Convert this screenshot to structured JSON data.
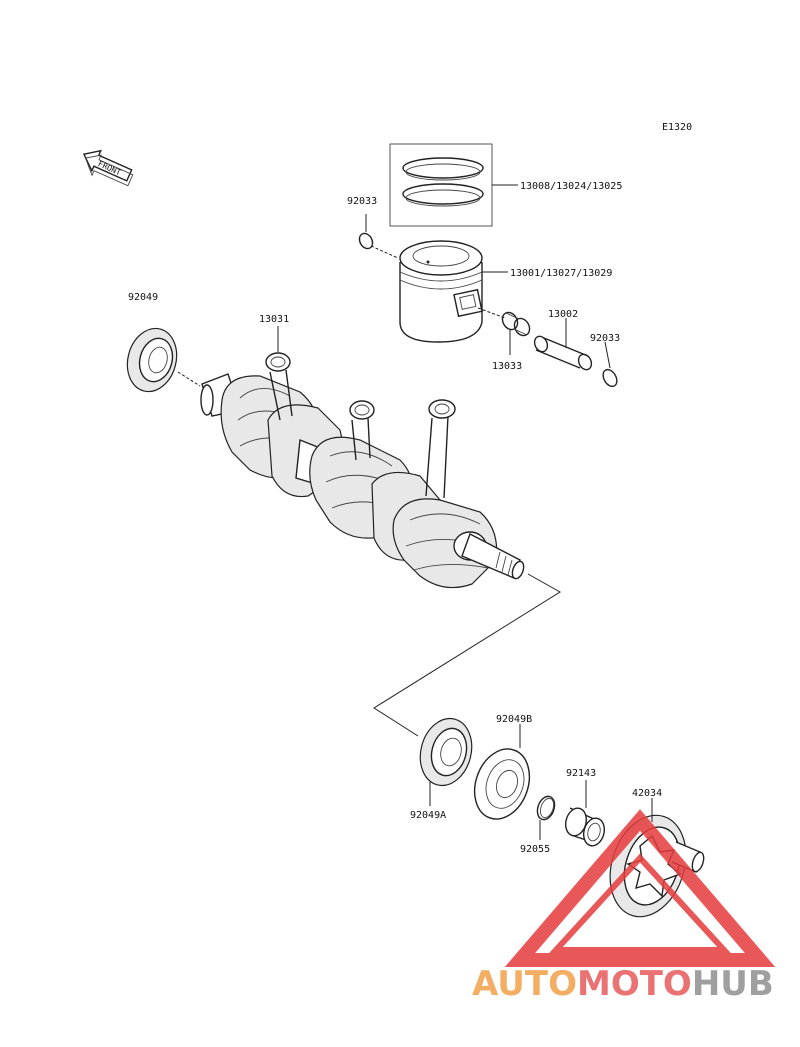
{
  "diagram_code": "E1320",
  "front_label": "FRONT",
  "part_labels": {
    "rings": "13008/13024/13025",
    "clip_top": "92033",
    "piston": "13001/13027/13029",
    "seal_left": "92049",
    "rod_bearing": "13031",
    "pin": "13002",
    "clip_right": "92033",
    "needle_bearing": "13033",
    "seal_b": "92049B",
    "seal_a": "92049A",
    "sleeve": "92143",
    "oring": "92055",
    "coupling": "42034"
  },
  "watermark": {
    "part1": "AUTO",
    "part2": "MOTO",
    "part3": "HUB",
    "color1": "#f2a04a",
    "color2": "#e85a5a",
    "color3": "#8f8f8f",
    "triangle_color": "#e63c3c"
  }
}
